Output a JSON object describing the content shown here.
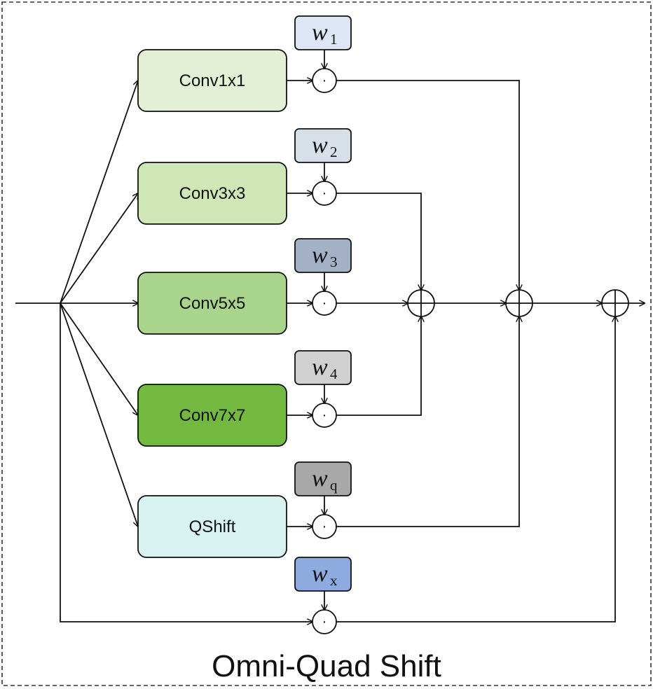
{
  "title": "Omni-Quad Shift",
  "branches": [
    {
      "label": "Conv1x1",
      "fill": "#e3f0d6",
      "weight": {
        "letter": "w",
        "sub": "1",
        "fill": "#dce6f5"
      }
    },
    {
      "label": "Conv3x3",
      "fill": "#cfe7b7",
      "weight": {
        "letter": "w",
        "sub": "2",
        "fill": "#d7dfe9"
      }
    },
    {
      "label": "Conv5x5",
      "fill": "#a8d48b",
      "weight": {
        "letter": "w",
        "sub": "3",
        "fill": "#a3b0c6"
      }
    },
    {
      "label": "Conv7x7",
      "fill": "#73b83f",
      "weight": {
        "letter": "w",
        "sub": "4",
        "fill": "#d0d0d0"
      }
    },
    {
      "label": "QShift",
      "fill": "#d8f2f2",
      "weight": {
        "letter": "w",
        "sub": "q",
        "fill": "#a8a8a8"
      }
    }
  ],
  "skip_weight": {
    "letter": "w",
    "sub": "x",
    "fill": "#8eabdf"
  },
  "multiply_symbol": "·",
  "colors": {
    "stroke": "#111111",
    "frame": "#333333",
    "background": "#ffffff"
  }
}
